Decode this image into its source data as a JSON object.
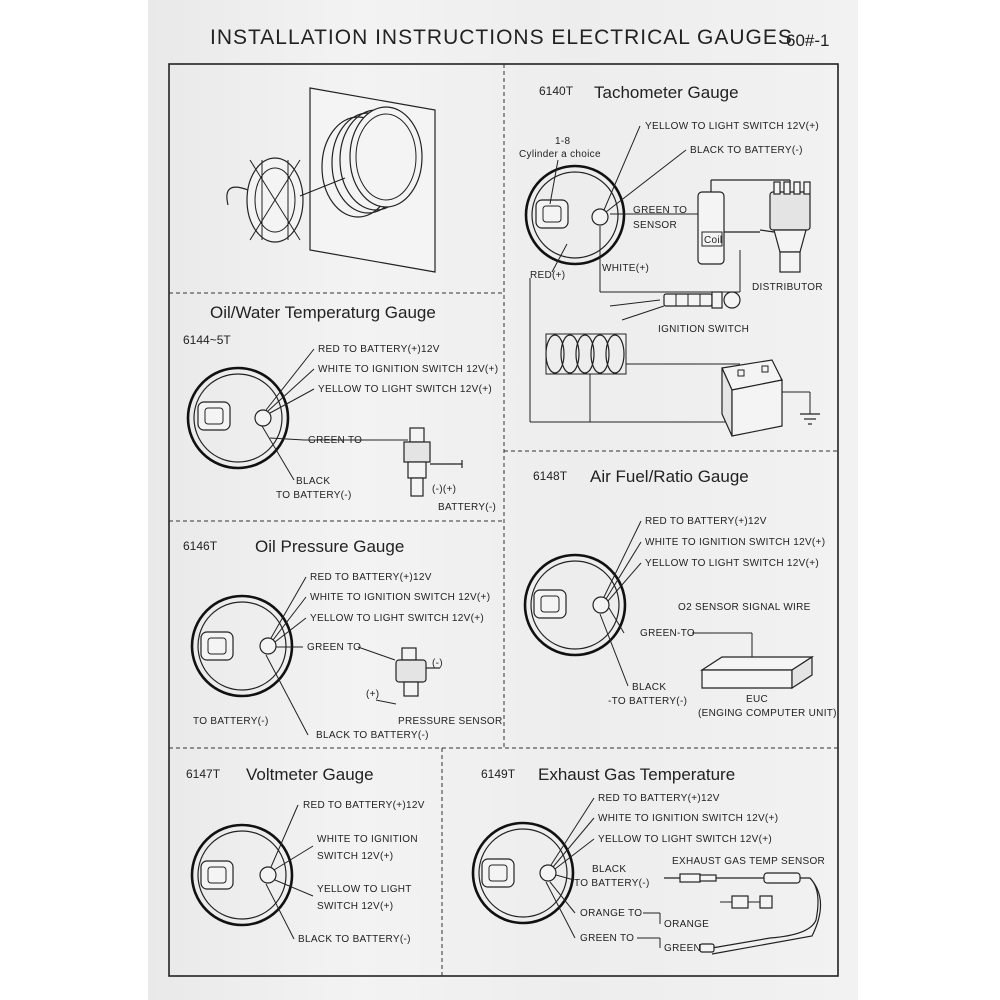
{
  "header": {
    "title": "INSTALLATION INSTRUCTIONS ELECTRICAL GAUGES",
    "page_code": "60#-1"
  },
  "tachometer": {
    "code": "6140T",
    "title": "Tachometer Gauge",
    "cylinder_line1": "1-8",
    "cylinder_line2": "Cylinder a choice",
    "yellow": "YELLOW   TO LIGHT SWITCH 12V(+)",
    "black": "BLACK  TO BATTERY(-)",
    "green_line1": "GREEN TO",
    "green_line2": "SENSOR",
    "red": "RED(+)",
    "white": "WHITE(+)",
    "coil": "Coil",
    "distributor": "DISTRIBUTOR",
    "ignition": "IGNITION SWITCH"
  },
  "oil_water": {
    "code": "6144~5T",
    "title": "Oil/Water Temperaturg Gauge",
    "red": "RED  TO  BATTERY(+)12V",
    "white": "WHITE    TO IGNITION SWITCH 12V(+)",
    "yellow": "YELLOW    TO LIGHT SWITCH 12V(+)",
    "green": "GREEN TO",
    "black_line1": "BLACK",
    "black_line2": "TO BATTERY(-)",
    "polarity": "(-)(+)",
    "battery": "BATTERY(-)"
  },
  "oil_pressure": {
    "code": "6146T",
    "title": "Oil Pressure Gauge",
    "red": "RED  TO  BATTERY(+)12V",
    "white": "WHITE    TO IGNITION SWITCH 12V(+)",
    "yellow": "YELLOW    TO LIGHT SWITCH 12V(+)",
    "green": "GREEN TO",
    "minus": "(-)",
    "plus": "(+)",
    "to_battery": "TO BATTERY(-)",
    "sensor": "PRESSURE SENSOR",
    "black": "BLACK TO BATTERY(-)"
  },
  "air_fuel": {
    "code": "6148T",
    "title": "Air Fuel/Ratio Gauge",
    "red": "RED  TO  BATTERY(+)12V",
    "white": "WHITE    TO IGNITION SWITCH 12V(+)",
    "yellow": "YELLOW    TO LIGHT SWITCH 12V(+)",
    "o2": "O2 SENSOR SIGNAL WIRE",
    "green": "GREEN-TO",
    "black_line1": "BLACK",
    "black_line2": "-TO BATTERY(-)",
    "euc_line1": "EUC",
    "euc_line2": "(ENGING COMPUTER UNIT)"
  },
  "voltmeter": {
    "code": "6147T",
    "title": "Voltmeter Gauge",
    "red": "RED  TO  BATTERY(+)12V",
    "white_line1": "WHITE   TO IGNITION",
    "white_line2": "SWITCH 12V(+)",
    "yellow_line1": "YELLOW    TO LIGHT",
    "yellow_line2": "SWITCH 12V(+)",
    "black": "BLACK  TO BATTERY(-)"
  },
  "exhaust": {
    "code": "6149T",
    "title": "Exhaust Gas Temperature",
    "red": "RED  TO  BATTERY(+)12V",
    "white": "WHITE    TO IGNITION SWITCH 12V(+)",
    "yellow": "YELLOW    TO LIGHT SWITCH 12V(+)",
    "black_line1": "BLACK",
    "black_line2": "TO BATTERY(-)",
    "sensor": "EXHAUST GAS TEMP SENSOR",
    "orange_to": "ORANGE TO",
    "orange": "ORANGE",
    "green_to": "GREEN TO",
    "green": "GREEN"
  }
}
